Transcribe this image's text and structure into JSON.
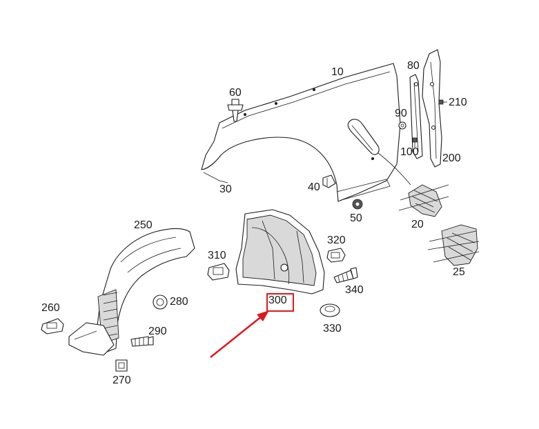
{
  "labels": {
    "p10": "10",
    "p20": "20",
    "p25": "25",
    "p30": "30",
    "p40": "40",
    "p50": "50",
    "p60": "60",
    "p80": "80",
    "p90": "90",
    "p100": "100",
    "p200": "200",
    "p210": "210",
    "p250": "250",
    "p260": "260",
    "p270": "270",
    "p280": "280",
    "p290": "290",
    "p300": "300",
    "p310": "310",
    "p320": "320",
    "p330": "330",
    "p340": "340"
  },
  "highlight": {
    "part": "300",
    "color": "#e0161b"
  }
}
